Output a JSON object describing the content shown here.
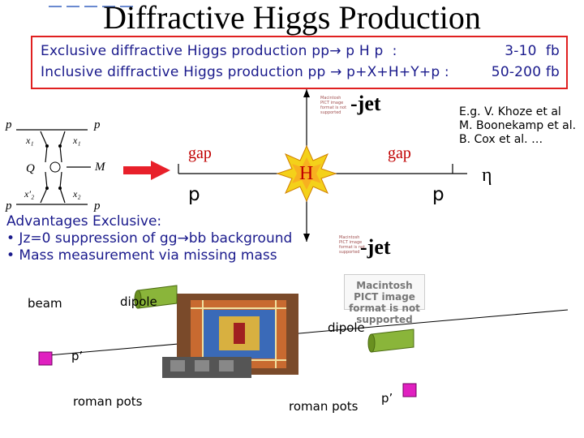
{
  "title": "Diffractive Higgs Production",
  "box": {
    "line1_label": "Exclusive diffractive Higgs production pp→ p H p  :",
    "line1_value": "3-10  fb",
    "line2_label": "Inclusive diffractive Higgs production pp → p+X+H+Y+p :",
    "line2_value": "50-200 fb"
  },
  "diagram": {
    "p_in": "p",
    "p_out": "p",
    "x1": "x₁",
    "x1p": "x₁",
    "Q": "Q",
    "M": "M",
    "x2p": "x′₂",
    "x2": "x₂",
    "pbar_in": "p",
    "pbar_out": "p"
  },
  "event": {
    "gap_left": "gap",
    "gap_right": "gap",
    "higgs": "H",
    "p_left": "p",
    "p_right": "p",
    "jet_top": "-jet",
    "jet_bottom": "-jet",
    "eta": "η"
  },
  "refs": [
    "E.g. V. Khoze et al",
    "M. Boonekamp et al.",
    "B. Cox et al. …"
  ],
  "advantages": {
    "heading": "Advantages Exclusive:",
    "items": [
      "• Jz=0 suppression of gg→bb background",
      "• Mass measurement via missing mass"
    ]
  },
  "pict_small": "Macintosh PICT image format is not supported",
  "pict_big": "Macintosh PICT image format is not supported",
  "beamline": {
    "beam": "beam",
    "dipole_left": "dipole",
    "dipole_right": "dipole",
    "p_prime_left": "p’",
    "p_prime_right": "p’",
    "roman_pots_left": "roman pots",
    "roman_pots_right": "roman pots"
  },
  "colors": {
    "box_border": "#e02020",
    "text_blue": "#1a1a8c",
    "gap_red": "#c00000",
    "arrow_red": "#e8202a",
    "pot_green": "#8ab53a",
    "pot_magenta": "#e020c0"
  }
}
